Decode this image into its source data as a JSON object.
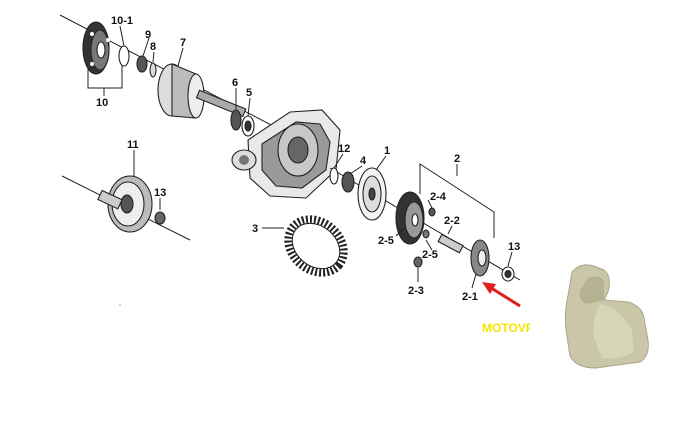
{
  "callouts": {
    "c10_1": "10-1",
    "c9": "9",
    "c8": "8",
    "c7": "7",
    "c10": "10",
    "c6": "6",
    "c5": "5",
    "c11": "11",
    "c13a": "13",
    "c12": "12",
    "c4": "4",
    "c1": "1",
    "c2": "2",
    "c2_4": "2-4",
    "c2_2": "2-2",
    "c2_5a": "2-5",
    "c2_5b": "2-5",
    "c2_3": "2-3",
    "c2_1": "2-1",
    "c3": "3",
    "c13b": "13"
  },
  "watermark": "MOTOVRUMM",
  "colors": {
    "watermark": "#f5e400",
    "arrow": "#e02020",
    "ink": "#222222",
    "part_photo": "#c9c7a8"
  }
}
